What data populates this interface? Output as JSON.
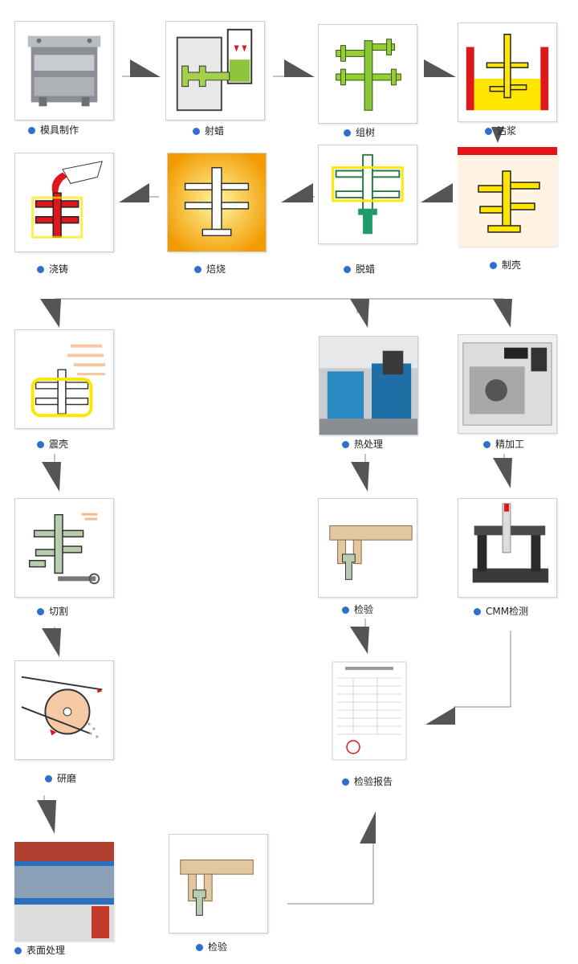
{
  "steps": {
    "mold": "模具制作",
    "wax_injection": "射蜡",
    "assembly": "组树",
    "slurry": "沾浆",
    "shell": "制壳",
    "dewax": "脱蜡",
    "roasting": "焙烧",
    "pouring": "浇铸",
    "shell_knockout": "震壳",
    "heat_treatment": "热处理",
    "finishing": "精加工",
    "cutting": "切割",
    "inspection_1": "检验",
    "cmm": "CMM检测",
    "grinding": "研磨",
    "report": "检验报告",
    "surface": "表面处理",
    "inspection_2": "检验"
  },
  "colors": {
    "label_dot": "#2f6fd0",
    "arrow": "#505050",
    "wax_green": "#9acd32",
    "shell_yellow": "#ffe600",
    "metal_red": "#e0161a"
  }
}
